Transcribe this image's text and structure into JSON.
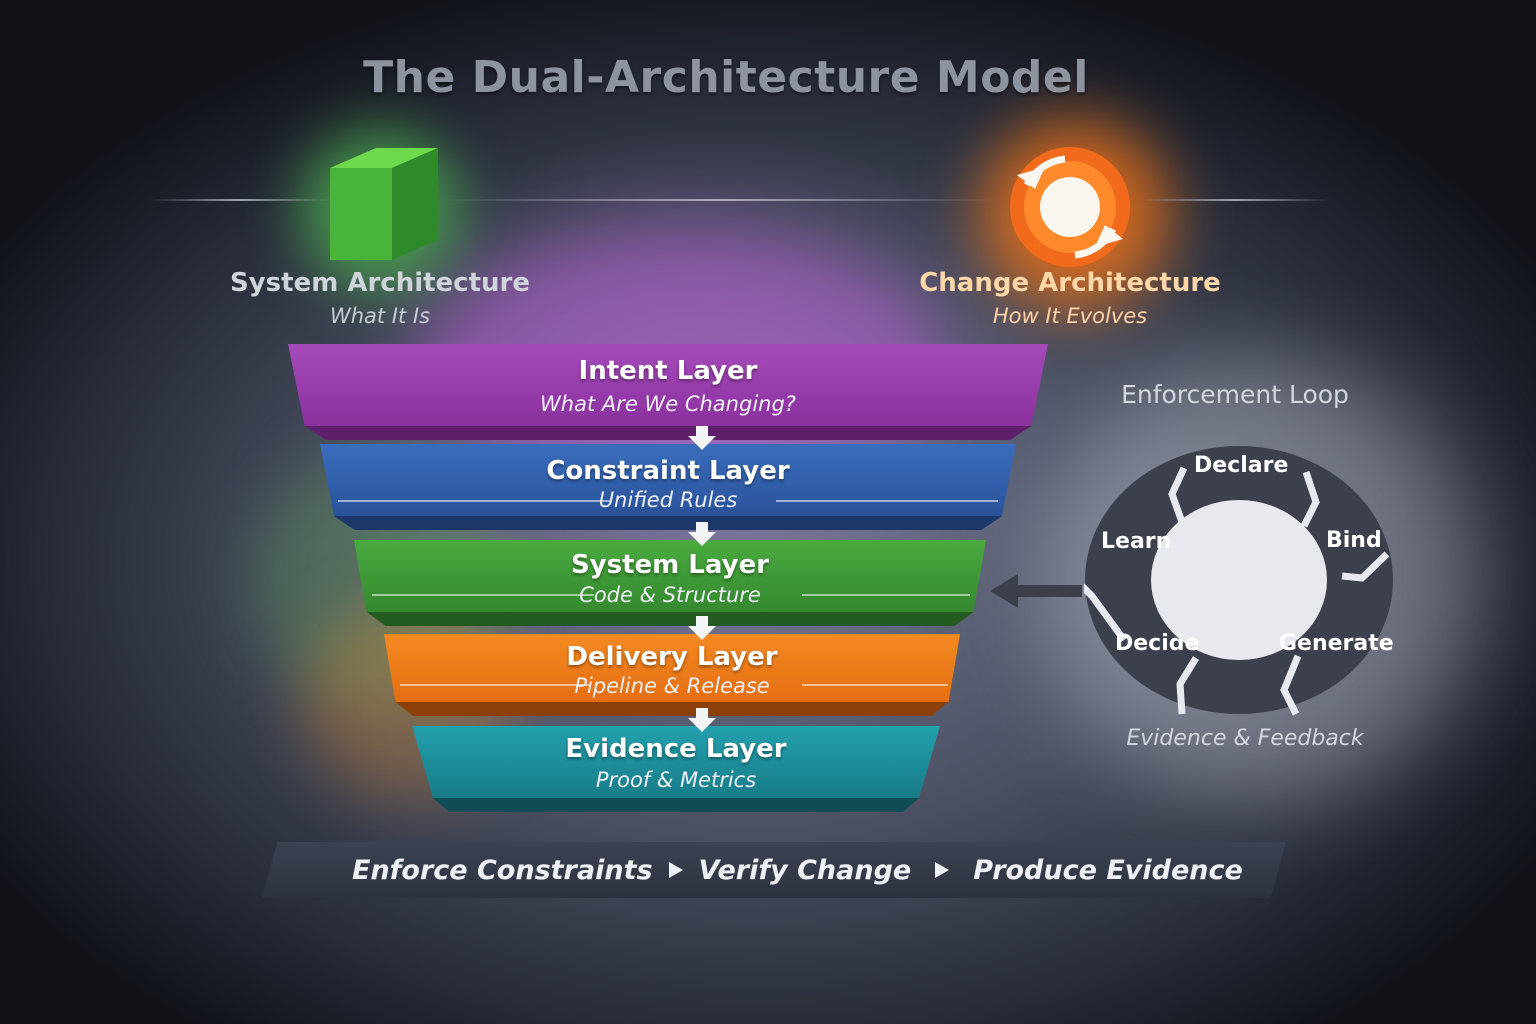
{
  "title": "The Dual-Architecture Model",
  "system_architecture": {
    "title": "System Architecture",
    "subtitle": "What It Is",
    "icon": "cube-icon",
    "color": "#4fb83a"
  },
  "change_architecture": {
    "title": "Change Architecture",
    "subtitle": "How It Evolves",
    "icon": "refresh-cycle-icon",
    "color": "#f26a1b"
  },
  "layers": [
    {
      "title": "Intent Layer",
      "subtitle": "What Are We Changing?",
      "color": "#9b3fb0"
    },
    {
      "title": "Constraint Layer",
      "subtitle": "Unified Rules",
      "color": "#2f5eac"
    },
    {
      "title": "System Layer",
      "subtitle": "Code & Structure",
      "color": "#3f9a36"
    },
    {
      "title": "Delivery Layer",
      "subtitle": "Pipeline & Release",
      "color": "#ee7d17"
    },
    {
      "title": "Evidence Layer",
      "subtitle": "Proof & Metrics",
      "color": "#1c8e9a"
    }
  ],
  "enforcement_loop": {
    "title": "Enforcement Loop",
    "steps": [
      "Declare",
      "Bind",
      "Generate",
      "Decide",
      "Learn"
    ],
    "footer": "Evidence & Feedback"
  },
  "banner": {
    "steps": [
      "Enforce Constraints",
      "Verify Change",
      "Produce Evidence"
    ]
  }
}
